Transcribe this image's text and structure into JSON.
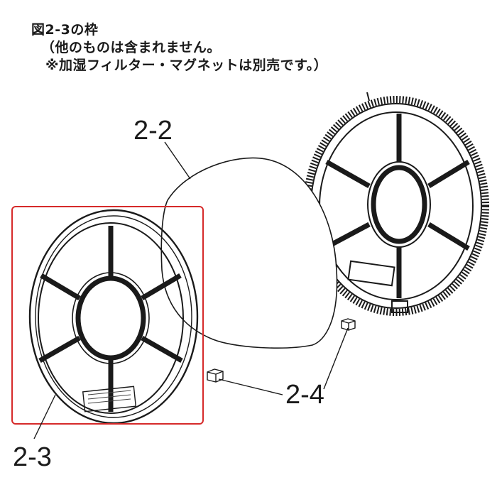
{
  "caption": {
    "line1": "図2-3の枠",
    "line2": "（他のものは含まれません。",
    "line3": "※加湿フィルター・マグネットは別売です。）"
  },
  "parts": {
    "filter_label": "2-2",
    "magnet_label": "2-4",
    "frame_label": "2-3"
  },
  "colors": {
    "highlight": "#d62a2a",
    "line": "#1a1a1a"
  }
}
